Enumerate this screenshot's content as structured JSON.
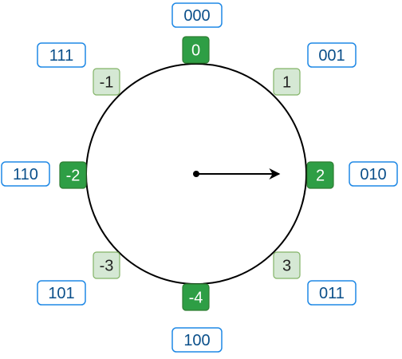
{
  "diagram": {
    "stroke": "#000000",
    "binary_color": "#1e88e5",
    "dark_fill": "#2e9e45",
    "dark_stroke": "#2e7d32",
    "light_fill": "#d5e8d4",
    "light_stroke": "#82b366",
    "labels": [
      {
        "value": "0",
        "binary": "000",
        "emphasis": "dark"
      },
      {
        "value": "1",
        "binary": "001",
        "emphasis": "light"
      },
      {
        "value": "2",
        "binary": "010",
        "emphasis": "dark"
      },
      {
        "value": "3",
        "binary": "011",
        "emphasis": "light"
      },
      {
        "value": "-4",
        "binary": "100",
        "emphasis": "dark"
      },
      {
        "value": "-3",
        "binary": "101",
        "emphasis": "light"
      },
      {
        "value": "-2",
        "binary": "110",
        "emphasis": "dark"
      },
      {
        "value": "-1",
        "binary": "111",
        "emphasis": "light"
      }
    ]
  }
}
